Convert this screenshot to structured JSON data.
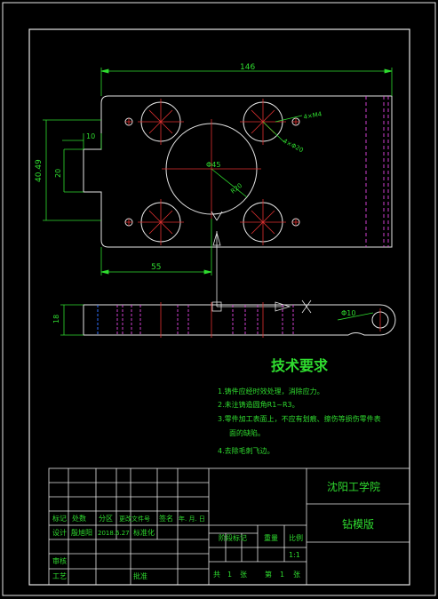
{
  "dims": {
    "overall_width": "146",
    "height": "40.49",
    "left_slot_w": "10",
    "left_slot_h": "20",
    "bottom_offset": "55",
    "big_circle": "Φ45",
    "circle_r": "R20",
    "hole_note_1": "4×M4",
    "hole_note_2": "4×Φ20",
    "thickness": "18",
    "end_hole": "Φ10"
  },
  "tech": {
    "title": "技术要求",
    "items": [
      "1.铸件应经时效处理，消除应力。",
      "2.未注铸造圆角R1~R3。",
      "3.零件加工表面上，不应有划痕、擦伤等损伤零件表",
      "面的缺陷。",
      "4.去除毛刺飞边。"
    ]
  },
  "titleblock": {
    "school": "沈阳工学院",
    "part_name": "钻模版",
    "h_mark": "标记",
    "h_count": "处数",
    "h_zone": "分区",
    "h_doc": "更改文件号",
    "h_sign": "签名",
    "h_date": "年. 月. 日",
    "r_design": "设计",
    "r_designer": "殷旭阳",
    "r_design_date": "2018.6.27",
    "r_std": "标准化",
    "r_check": "审核",
    "r_process": "工艺",
    "r_approve": "批准",
    "stage_mark": "阶段标记",
    "weight": "重量",
    "scale": "比例",
    "scale_value": "1:1",
    "total": "共",
    "total_n": "1",
    "sheets": "张",
    "page": "第",
    "page_n": "1",
    "sheet2": "张"
  },
  "colors": {
    "outline": "#e6e6e6",
    "dimension": "#2fdc2f",
    "center": "#e03030",
    "hidden": "#d040d0",
    "blue": "#3070ff"
  }
}
